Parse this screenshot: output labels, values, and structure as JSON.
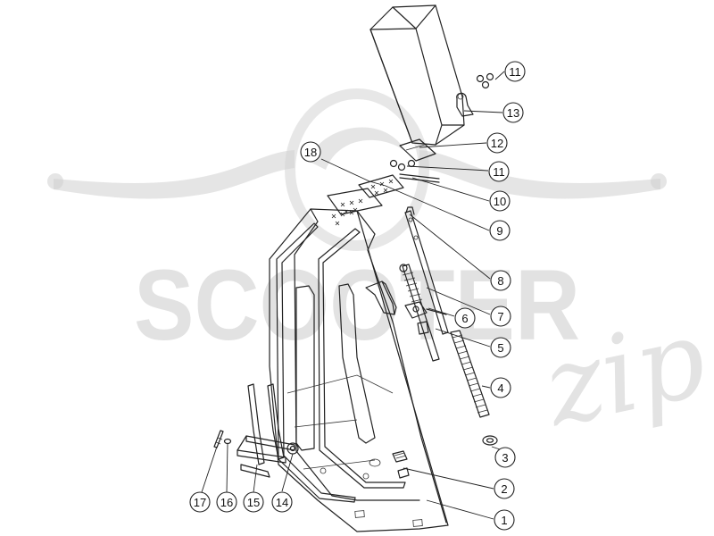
{
  "watermark": {
    "brand_main": "SCOOTER",
    "brand_script": "zip"
  },
  "diagram": {
    "callouts": [
      {
        "id": "c1",
        "label": "1"
      },
      {
        "id": "c2",
        "label": "2"
      },
      {
        "id": "c3",
        "label": "3"
      },
      {
        "id": "c4",
        "label": "4"
      },
      {
        "id": "c5",
        "label": "5"
      },
      {
        "id": "c6",
        "label": "6"
      },
      {
        "id": "c7",
        "label": "7"
      },
      {
        "id": "c8",
        "label": "8"
      },
      {
        "id": "c9",
        "label": "9"
      },
      {
        "id": "c10",
        "label": "10"
      },
      {
        "id": "c11a",
        "label": "11"
      },
      {
        "id": "c11b",
        "label": "11"
      },
      {
        "id": "c12",
        "label": "12"
      },
      {
        "id": "c13",
        "label": "13"
      },
      {
        "id": "c14",
        "label": "14"
      },
      {
        "id": "c15",
        "label": "15"
      },
      {
        "id": "c16",
        "label": "16"
      },
      {
        "id": "c17",
        "label": "17"
      },
      {
        "id": "c18",
        "label": "18"
      }
    ]
  }
}
